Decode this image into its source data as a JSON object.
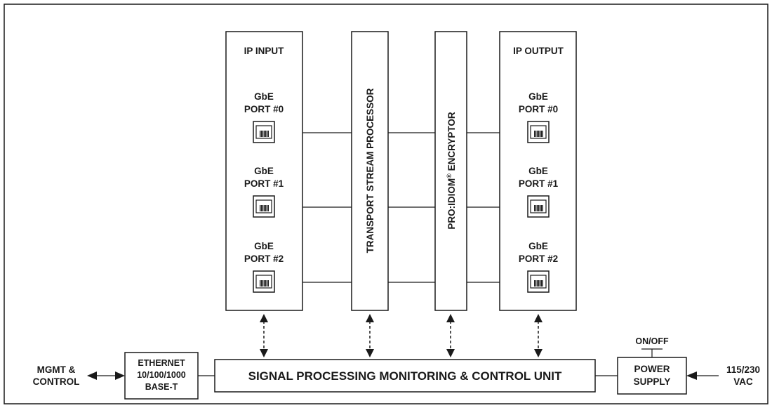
{
  "input_panel": {
    "title": "IP INPUT",
    "ports": [
      {
        "line1": "GbE",
        "line2": "PORT #0"
      },
      {
        "line1": "GbE",
        "line2": "PORT #1"
      },
      {
        "line1": "GbE",
        "line2": "PORT #2"
      }
    ]
  },
  "output_panel": {
    "title": "IP OUTPUT",
    "ports": [
      {
        "line1": "GbE",
        "line2": "PORT #0"
      },
      {
        "line1": "GbE",
        "line2": "PORT #1"
      },
      {
        "line1": "GbE",
        "line2": "PORT #2"
      }
    ]
  },
  "processor": {
    "label": "TRANSPORT STREAM PROCESSOR"
  },
  "encryptor": {
    "label_pre": "PRO:IDIOM",
    "label_mark": "®",
    "label_post": " ENCRYPTOR"
  },
  "control_unit": {
    "label": "SIGNAL PROCESSING MONITORING & CONTROL UNIT"
  },
  "ethernet": {
    "line1": "ETHERNET",
    "line2": "10/100/1000",
    "line3": "BASE-T"
  },
  "mgmt": {
    "line1": "MGMT &",
    "line2": "CONTROL"
  },
  "power_supply": {
    "line1": "POWER",
    "line2": "SUPPLY"
  },
  "switch": {
    "label": "ON/OFF"
  },
  "mains": {
    "line1": "115/230",
    "line2": "VAC"
  }
}
